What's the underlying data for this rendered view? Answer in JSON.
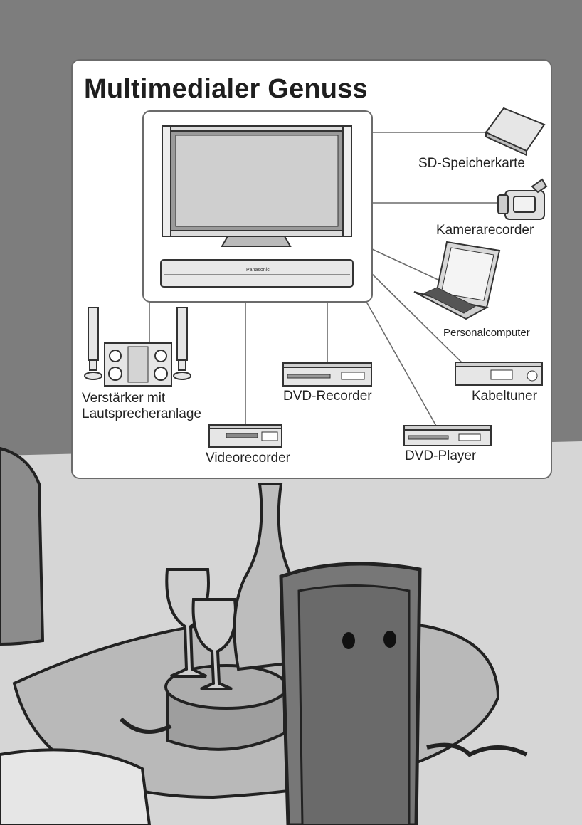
{
  "diagram": {
    "title": "Multimedialer Genuss",
    "devices": {
      "sd_card": "SD-Speicherkarte",
      "camcorder": "Kamerarecorder",
      "pc": "Personalcomputer",
      "cable_tuner": "Kabeltuner",
      "amplifier_line1": "Verstärker mit",
      "amplifier_line2": "Lautsprecheranlage",
      "dvd_recorder": "DVD-Recorder",
      "vcr": "Videorecorder",
      "dvd_player": "DVD-Player"
    },
    "tv_brand": "Panasonic"
  },
  "colors": {
    "line": "#6b6b6b",
    "outline": "#333333",
    "panel_bg": "#ffffff"
  }
}
